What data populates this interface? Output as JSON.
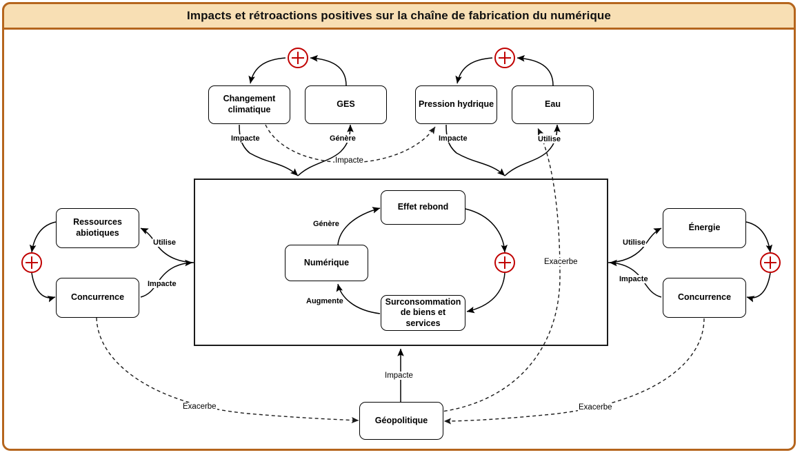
{
  "header": {
    "title": "Impacts et rétroactions positives sur la chaîne de fabrication du numérique",
    "bar_color": "#f8dfb4",
    "border_color": "#b5651d"
  },
  "theme": {
    "plus_color": "#c00000",
    "node_border": "#000000",
    "frame_border": "#1a1a1a",
    "background": "#ffffff"
  },
  "chart_data": {
    "type": "diagram",
    "title": "Impacts et rétroactions positives sur la chaîne de fabrication du numérique",
    "nodes": [
      {
        "id": "changement_climatique",
        "label": "Changement climatique",
        "group": "top-left"
      },
      {
        "id": "ges",
        "label": "GES",
        "group": "top-left"
      },
      {
        "id": "pression_hydrique",
        "label": "Pression hydrique",
        "group": "top-right"
      },
      {
        "id": "eau",
        "label": "Eau",
        "group": "top-right"
      },
      {
        "id": "ressources_abiotiques",
        "label": "Ressources abiotiques",
        "group": "left"
      },
      {
        "id": "concurrence_gauche",
        "label": "Concurrence",
        "group": "left"
      },
      {
        "id": "energie",
        "label": "Énergie",
        "group": "right"
      },
      {
        "id": "concurrence_droite",
        "label": "Concurrence",
        "group": "right"
      },
      {
        "id": "numerique",
        "label": "Numérique",
        "group": "core"
      },
      {
        "id": "effet_rebond",
        "label": "Effet rebond",
        "group": "core"
      },
      {
        "id": "surconsommation",
        "label": "Surconsommation de biens et services",
        "group": "core"
      },
      {
        "id": "geopolitique",
        "label": "Géopolitique",
        "group": "bottom"
      }
    ],
    "plus_markers": [
      {
        "id": "plus-top-left",
        "label": "+"
      },
      {
        "id": "plus-top-right",
        "label": "+"
      },
      {
        "id": "plus-left",
        "label": "+"
      },
      {
        "id": "plus-right",
        "label": "+"
      },
      {
        "id": "plus-core",
        "label": "+"
      }
    ],
    "edges": [
      {
        "from": "changement_climatique",
        "to": "numerique_system",
        "label": "Impacte",
        "style": "solid"
      },
      {
        "from": "numerique_system",
        "to": "ges",
        "label": "Génère",
        "style": "solid"
      },
      {
        "from": "changement_climatique",
        "to": "pression_hydrique",
        "label": "Impacte",
        "style": "dashed"
      },
      {
        "from": "pression_hydrique",
        "to": "numerique_system",
        "label": "Impacte",
        "style": "solid"
      },
      {
        "from": "numerique_system",
        "to": "eau",
        "label": "Utilise",
        "style": "solid"
      },
      {
        "from": "numerique_system",
        "to": "ressources_abiotiques",
        "label": "Utilise",
        "style": "solid"
      },
      {
        "from": "concurrence_gauche",
        "to": "numerique_system",
        "label": "Impacte",
        "style": "solid"
      },
      {
        "from": "numerique_system",
        "to": "energie",
        "label": "Utilise",
        "style": "solid"
      },
      {
        "from": "concurrence_droite",
        "to": "numerique_system",
        "label": "Impacte",
        "style": "solid"
      },
      {
        "from": "numerique",
        "to": "effet_rebond",
        "label": "Génère",
        "style": "solid"
      },
      {
        "from": "effet_rebond",
        "to": "surconsommation",
        "label": "",
        "style": "solid"
      },
      {
        "from": "surconsommation",
        "to": "numerique",
        "label": "Augmente",
        "style": "solid"
      },
      {
        "from": "geopolitique",
        "to": "numerique_system",
        "label": "Impacte",
        "style": "solid"
      },
      {
        "from": "concurrence_gauche",
        "to": "geopolitique",
        "label": "Exacerbe",
        "style": "dashed"
      },
      {
        "from": "concurrence_droite",
        "to": "geopolitique",
        "label": "Exacerbe",
        "style": "dashed"
      },
      {
        "from": "pression_hydrique",
        "to": "geopolitique",
        "label": "Exacerbe",
        "style": "dashed"
      }
    ]
  },
  "nodes": {
    "changement_climatique": "Changement climatique",
    "ges": "GES",
    "pression_hydrique": "Pression hydrique",
    "eau": "Eau",
    "ressources_abiotiques": "Ressources abiotiques",
    "concurrence_gauche": "Concurrence",
    "energie": "Énergie",
    "concurrence_droite": "Concurrence",
    "numerique": "Numérique",
    "effet_rebond": "Effet rebond",
    "surconsommation": "Surconsommation de biens et services",
    "geopolitique": "Géopolitique"
  },
  "labels": {
    "impacte_cc": "Impacte",
    "genere_ges": "Génère",
    "impacte_dashed_cc_ph": "Impacte",
    "impacte_ph": "Impacte",
    "utilise_eau": "Utilise",
    "utilise_ressources": "Utilise",
    "impacte_concurrence_gauche": "Impacte",
    "utilise_energie": "Utilise",
    "impacte_concurrence_droite": "Impacte",
    "genere_core": "Génère",
    "augmente_core": "Augmente",
    "impacte_geo": "Impacte",
    "exacerbe_gauche": "Exacerbe",
    "exacerbe_centre": "Exacerbe",
    "exacerbe_droite": "Exacerbe"
  }
}
